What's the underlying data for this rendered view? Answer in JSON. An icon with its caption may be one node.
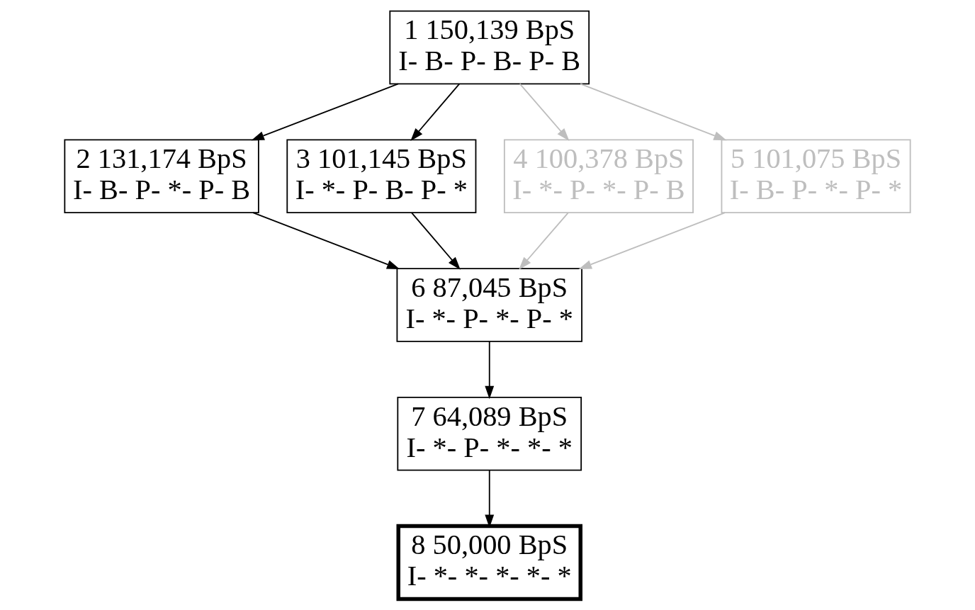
{
  "diagram": {
    "nodes": [
      {
        "text": [
          "1 150,139 BpS",
          "I- B- P- B- P- B"
        ]
      },
      {
        "text": [
          "2 131,174 BpS",
          "I- B- P- *- P- B"
        ]
      },
      {
        "text": [
          "3 101,145 BpS",
          "I- *- P- B- P- *"
        ]
      },
      {
        "text": [
          "4 100,378 BpS",
          "I- *- P- *- P- B"
        ]
      },
      {
        "text": [
          "5 101,075 BpS",
          "I- B- P- *- P- *"
        ]
      },
      {
        "text": [
          "6 87,045 BpS",
          "I- *- P- *- P- *"
        ]
      },
      {
        "text": [
          "7 64,089 BpS",
          "I- *- P- *- *- *"
        ]
      },
      {
        "text": [
          "8 50,000 BpS",
          "I- *- *- *- *- *"
        ]
      }
    ],
    "edges": [
      {
        "from": 0,
        "to": 1,
        "arrow": "to"
      },
      {
        "from": 0,
        "to": 2,
        "arrow": "to"
      },
      {
        "from": 0,
        "to": 3,
        "arrow": "to",
        "color": "#bebebe"
      },
      {
        "from": 0,
        "to": 4,
        "arrow": "to",
        "color": "#bebebe"
      },
      {
        "from": 1,
        "to": 5,
        "arrow": "to"
      },
      {
        "from": 2,
        "to": 5,
        "arrow": "to"
      },
      {
        "from": 3,
        "to": 5,
        "arrow": "to",
        "color": "#bebebe"
      },
      {
        "from": 4,
        "to": 5,
        "arrow": "to",
        "color": "#bebebe"
      },
      {
        "from": 5,
        "to": 6,
        "arrow": "to"
      },
      {
        "from": 6,
        "to": 7,
        "arrow": "to"
      }
    ]
  }
}
